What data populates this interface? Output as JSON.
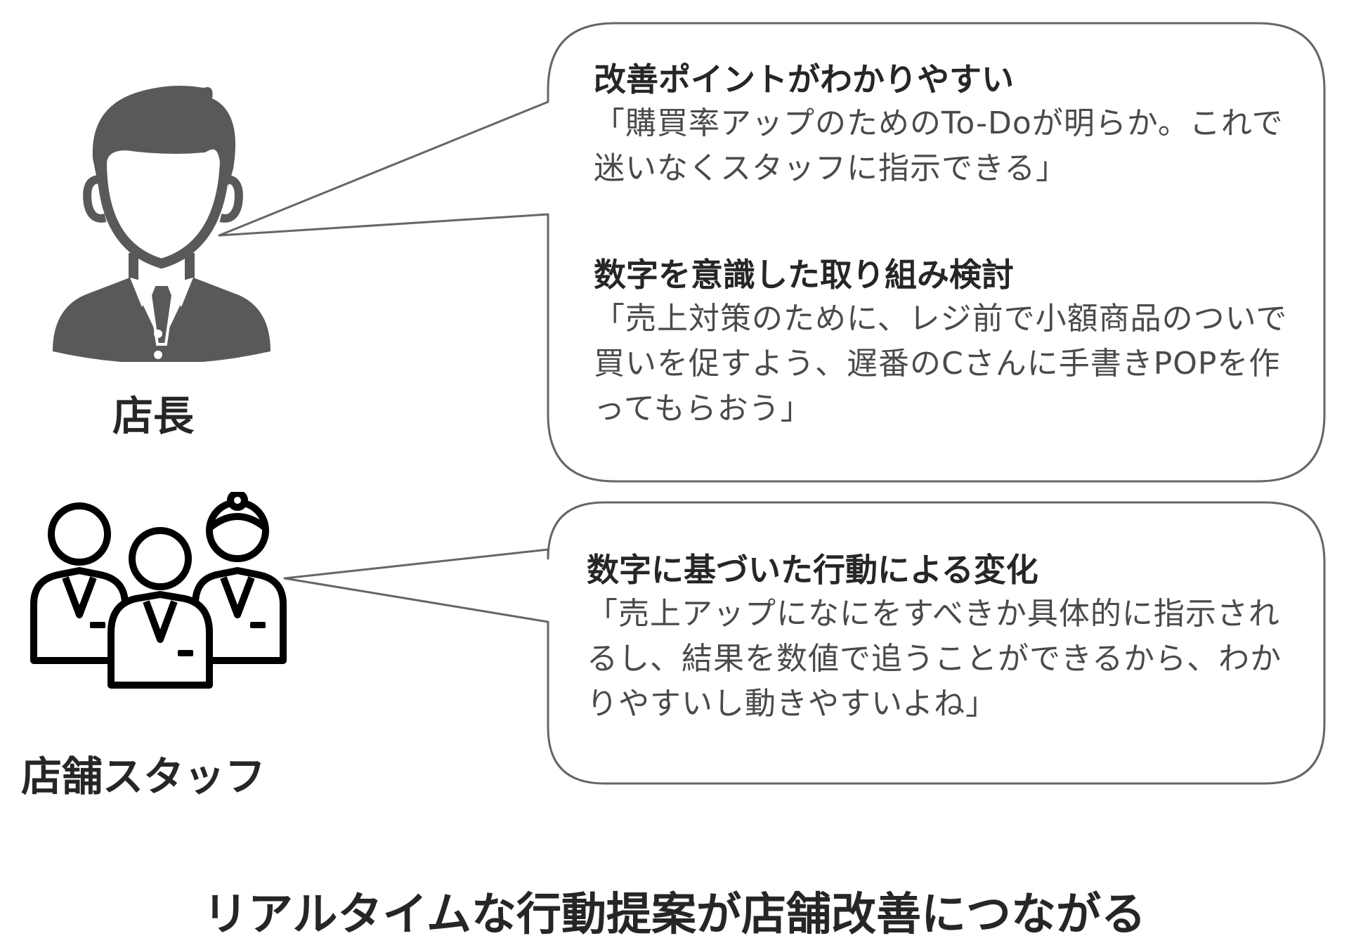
{
  "roles": {
    "manager": {
      "label": "店長",
      "icon": "businessman-icon"
    },
    "staff": {
      "label": "店舗スタッフ",
      "icon": "staff-group-icon"
    }
  },
  "manager_bubble": {
    "items": [
      {
        "heading": "改善ポイントがわかりやすい",
        "quote": "「購買率アップのためのTo-Doが明らか。これで迷いなくスタッフに指示できる」"
      },
      {
        "heading": "数字を意識した取り組み検討",
        "quote": "「売上対策のために、レジ前で小額商品のついで買いを促すよう、遅番のCさんに手書きPOPを作ってもらおう」"
      }
    ]
  },
  "staff_bubble": {
    "items": [
      {
        "heading": "数字に基づいた行動による変化",
        "quote": "「売上アップになにをすべきか具体的に指示されるし、結果を数値で追うことができるから、わかりやすいし動きやすいよね」"
      }
    ]
  },
  "footer": {
    "text": "リアルタイムな行動提案が店舗改善につながる"
  },
  "colors": {
    "icon_fill": "#595959",
    "staff_icon": "#000000",
    "bubble_stroke": "#666666",
    "heading_text": "#262626",
    "quote_text": "#4a4a4a"
  }
}
